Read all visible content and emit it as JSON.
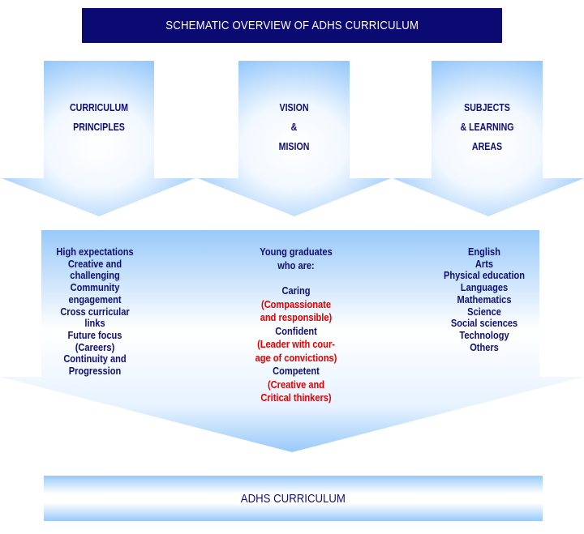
{
  "title": "SCHEMATIC OVERVIEW OF ADHS CURRICULUM",
  "colors": {
    "title_bg": "#0a0a72",
    "arrow_blue": "#99c9fa",
    "text_navy": "#10106e",
    "text_red": "#e00000"
  },
  "top_arrows": [
    {
      "lines": [
        "CURRICULUM",
        "PRINCIPLES"
      ]
    },
    {
      "lines": [
        "VISION",
        "&",
        "MISION"
      ]
    },
    {
      "lines": [
        "SUBJECTS",
        "& LEARNING",
        "AREAS"
      ]
    }
  ],
  "principles": [
    "High expectations",
    "Creative and",
    "challenging",
    "Community",
    "engagement",
    "Cross curricular",
    "links",
    "Future focus",
    "(Careers)",
    "Continuity and",
    "Progression"
  ],
  "graduates": {
    "intro": [
      "Young graduates",
      "who are:"
    ],
    "items": [
      {
        "trait": "Caring",
        "detail": [
          "(Compassionate",
          "and responsible)"
        ]
      },
      {
        "trait": "Confident",
        "detail": [
          "(Leader with cour-",
          "age of convictions)"
        ]
      },
      {
        "trait": "Competent",
        "detail": [
          "(Creative and",
          "Critical thinkers)"
        ]
      }
    ]
  },
  "subjects": [
    "English",
    "Arts",
    "Physical education",
    "Languages",
    "Mathematics",
    "Science",
    "Social sciences",
    "Technology",
    "Others"
  ],
  "bottom": "ADHS CURRICULUM"
}
